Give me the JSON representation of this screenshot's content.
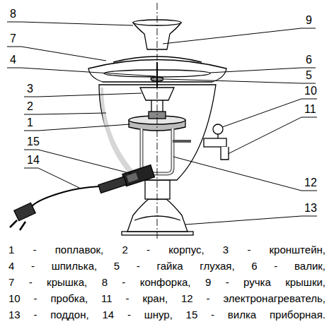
{
  "diagram": {
    "labels": [
      "8",
      "9",
      "7",
      "4",
      "6",
      "5",
      "3",
      "2",
      "1",
      "10",
      "11",
      "12",
      "15",
      "14",
      "13",
      "1 - поплавок, 2 - корпус, 3 - кронштейн,",
      "4 - шпилька, 5 - гайка глухая, 6 - валик,",
      "7 - крышка, 8 - конфорка, 9 - ручка крышки,",
      "10 - пробка, 11 - кран, 12 - электронагреватель,",
      "13 - поддон, 14 - шнур, 15 - вилка приборная."
    ]
  }
}
